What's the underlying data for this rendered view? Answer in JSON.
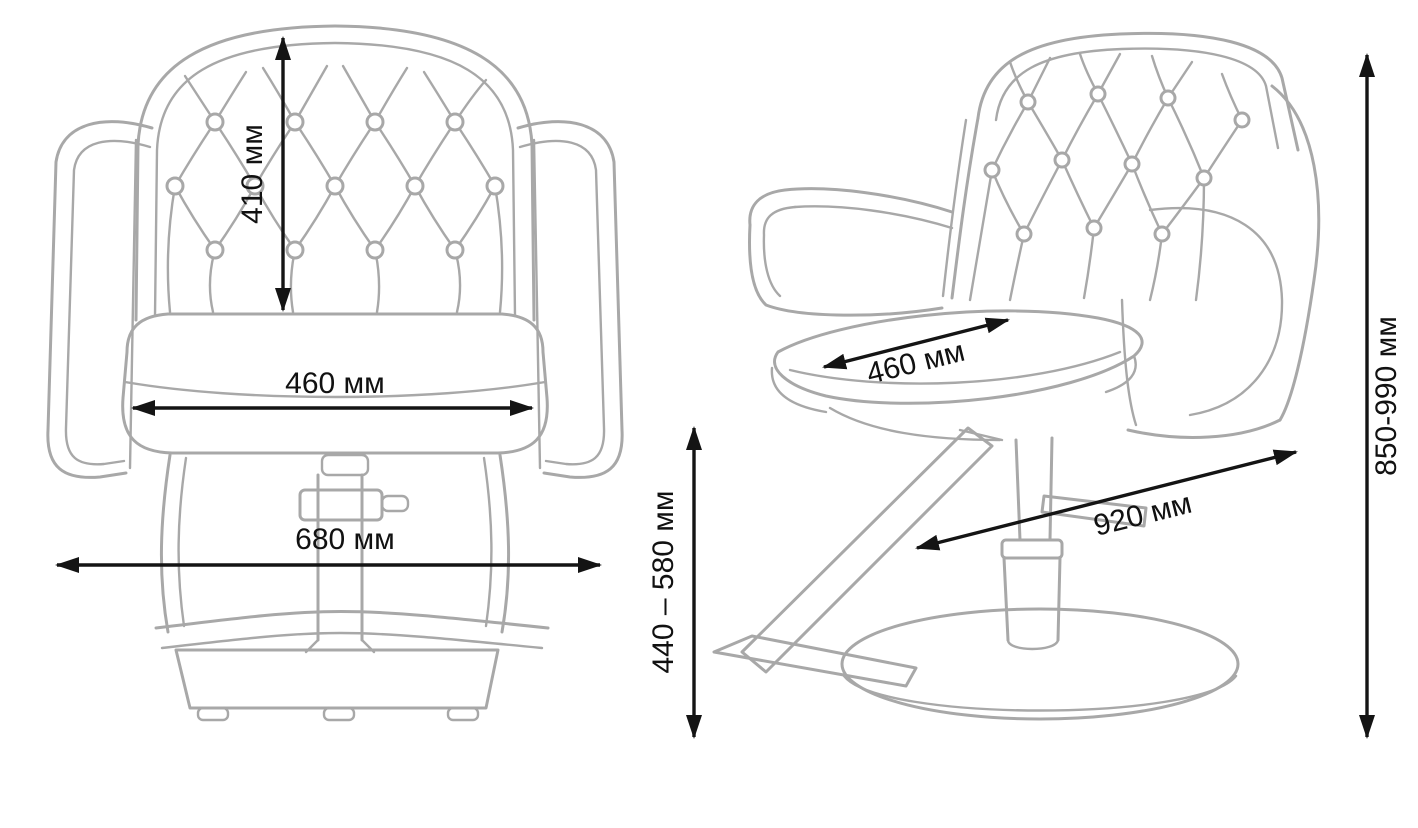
{
  "colors": {
    "artwork_line": "#a8a8a8",
    "dimension_line": "#141414",
    "background": "#ffffff"
  },
  "diagram": {
    "front_view": {
      "backrest_height": "410 мм",
      "seat_width": "460 мм",
      "overall_width": "680 мм"
    },
    "side_view": {
      "seat_depth": "460 мм",
      "reach_length": "920 мм",
      "seat_height_range": "440 – 580 мм",
      "overall_height_range": "850-990 мм"
    }
  }
}
